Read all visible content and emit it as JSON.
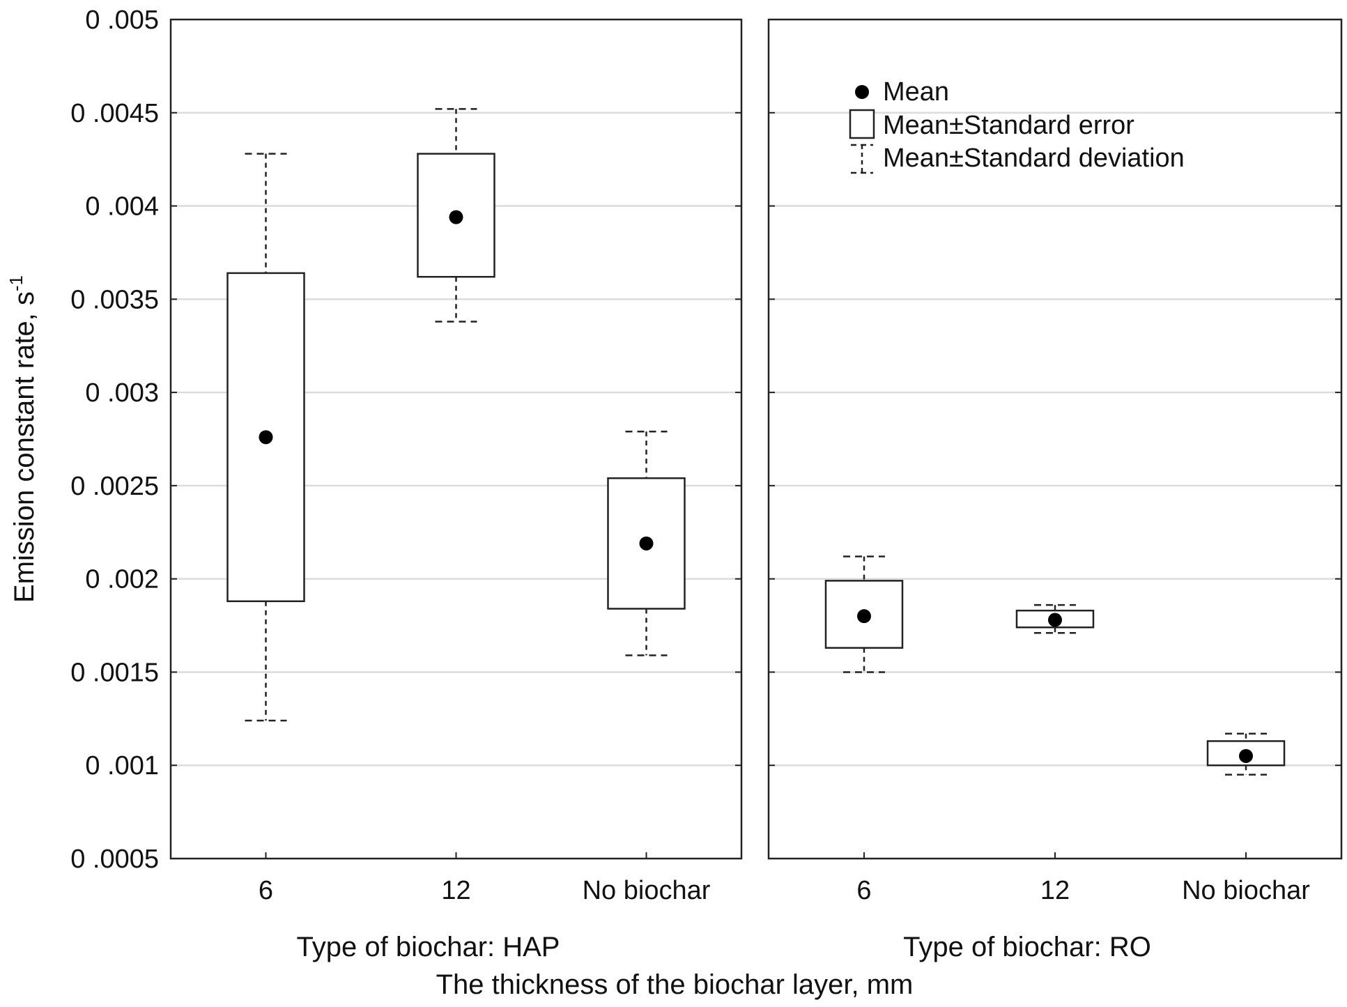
{
  "chart_data": {
    "type": "box",
    "title": "",
    "xlabel": "The thickness of the biochar layer, mm",
    "ylabel": "Emission constant rate, s",
    "ylabel_superscript": "-1",
    "ylim": [
      0.0005,
      0.005
    ],
    "y_ticks": [
      0.0005,
      0.001,
      0.0015,
      0.002,
      0.0025,
      0.003,
      0.0035,
      0.004,
      0.0045,
      0.005
    ],
    "y_tick_labels": [
      "0 .0005",
      "0 .001",
      "0 .0015",
      "0 .002",
      "0 .0025",
      "0 .003",
      "0 .0035",
      "0 .004",
      "0 .0045",
      "0 .005"
    ],
    "grid": true,
    "legend_position": "top-right",
    "legend": {
      "mean": "Mean",
      "se": "Mean±Standard error",
      "sd": "Mean±Standard deviation"
    },
    "panels": [
      {
        "label": "Type of biochar: HAP",
        "categories": [
          "6",
          "12",
          "No biochar"
        ],
        "mean": [
          0.00276,
          0.00394,
          0.00219
        ],
        "se_low": [
          0.00188,
          0.00362,
          0.00184
        ],
        "se_high": [
          0.00364,
          0.00428,
          0.00254
        ],
        "sd_low": [
          0.00124,
          0.00338,
          0.00159
        ],
        "sd_high": [
          0.00428,
          0.00452,
          0.00279
        ]
      },
      {
        "label": "Type of biochar: RO",
        "categories": [
          "6",
          "12",
          "No biochar"
        ],
        "mean": [
          0.0018,
          0.00178,
          0.00105
        ],
        "se_low": [
          0.00163,
          0.00174,
          0.001
        ],
        "se_high": [
          0.00199,
          0.00183,
          0.00113
        ],
        "sd_low": [
          0.0015,
          0.00171,
          0.00095
        ],
        "sd_high": [
          0.00212,
          0.00186,
          0.00117
        ]
      }
    ]
  }
}
